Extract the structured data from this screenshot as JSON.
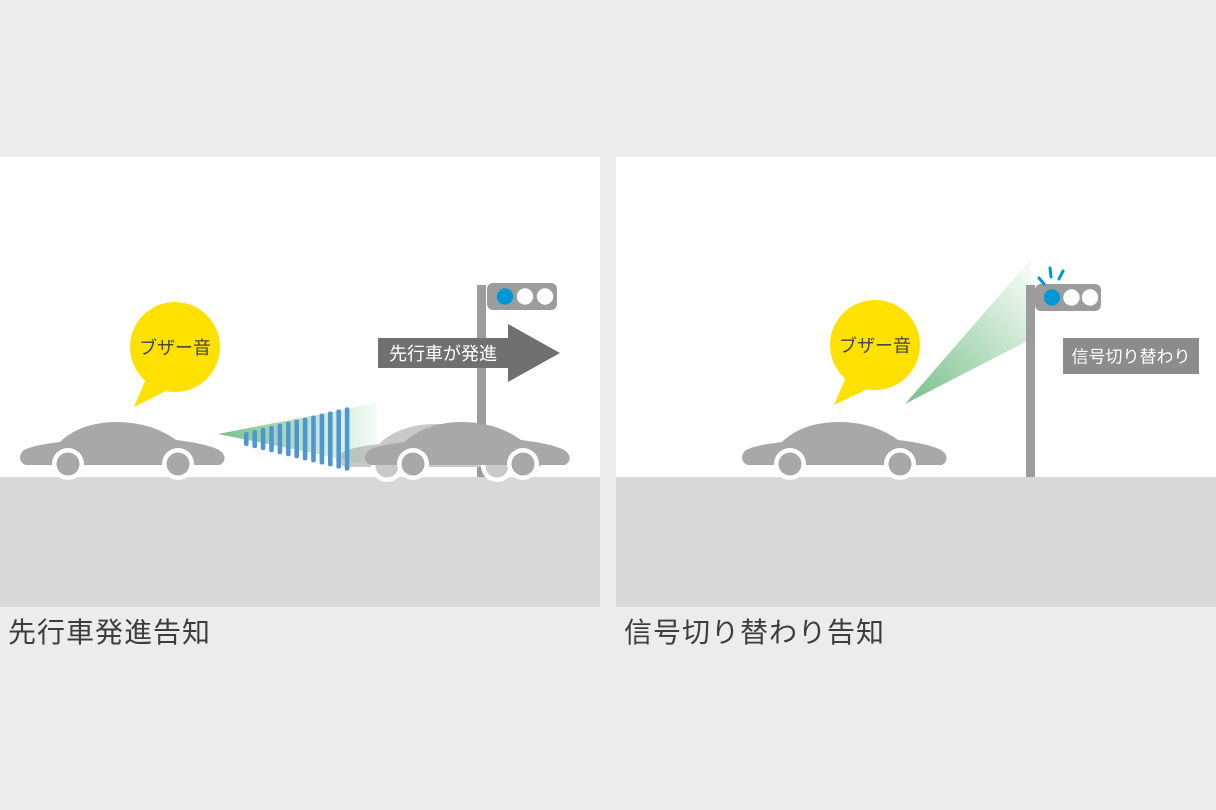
{
  "page": {
    "background": "#ececec"
  },
  "panels": {
    "left": {
      "caption": "先行車発進告知",
      "bubble_label": "ブザー音",
      "arrow_label": "先行車が発進",
      "traffic_light_lit": "blue-green"
    },
    "right": {
      "caption": "信号切り替わり告知",
      "bubble_label": "ブザー音",
      "sign_label": "信号切り替わり",
      "traffic_light_lit": "blue-green"
    }
  },
  "colors": {
    "bg": "#ececec",
    "panel_bg": "#ffffff",
    "road": "#d8d8d8",
    "car": "#a8a8a8",
    "car_ghost": "#c9c9c9",
    "bubble": "#ffe100",
    "bubble_text": "#454545",
    "arrow": "#707070",
    "sign_bg": "#8c8c8c",
    "on_dark_text": "#ffffff",
    "cone_green": "#5eb574",
    "radar_blue": "#4e97d6",
    "light_blue": "#0097d7",
    "light_off": "#ffffff",
    "pole_gray": "#9c9c9c",
    "caption_text": "#3d3d3d"
  }
}
